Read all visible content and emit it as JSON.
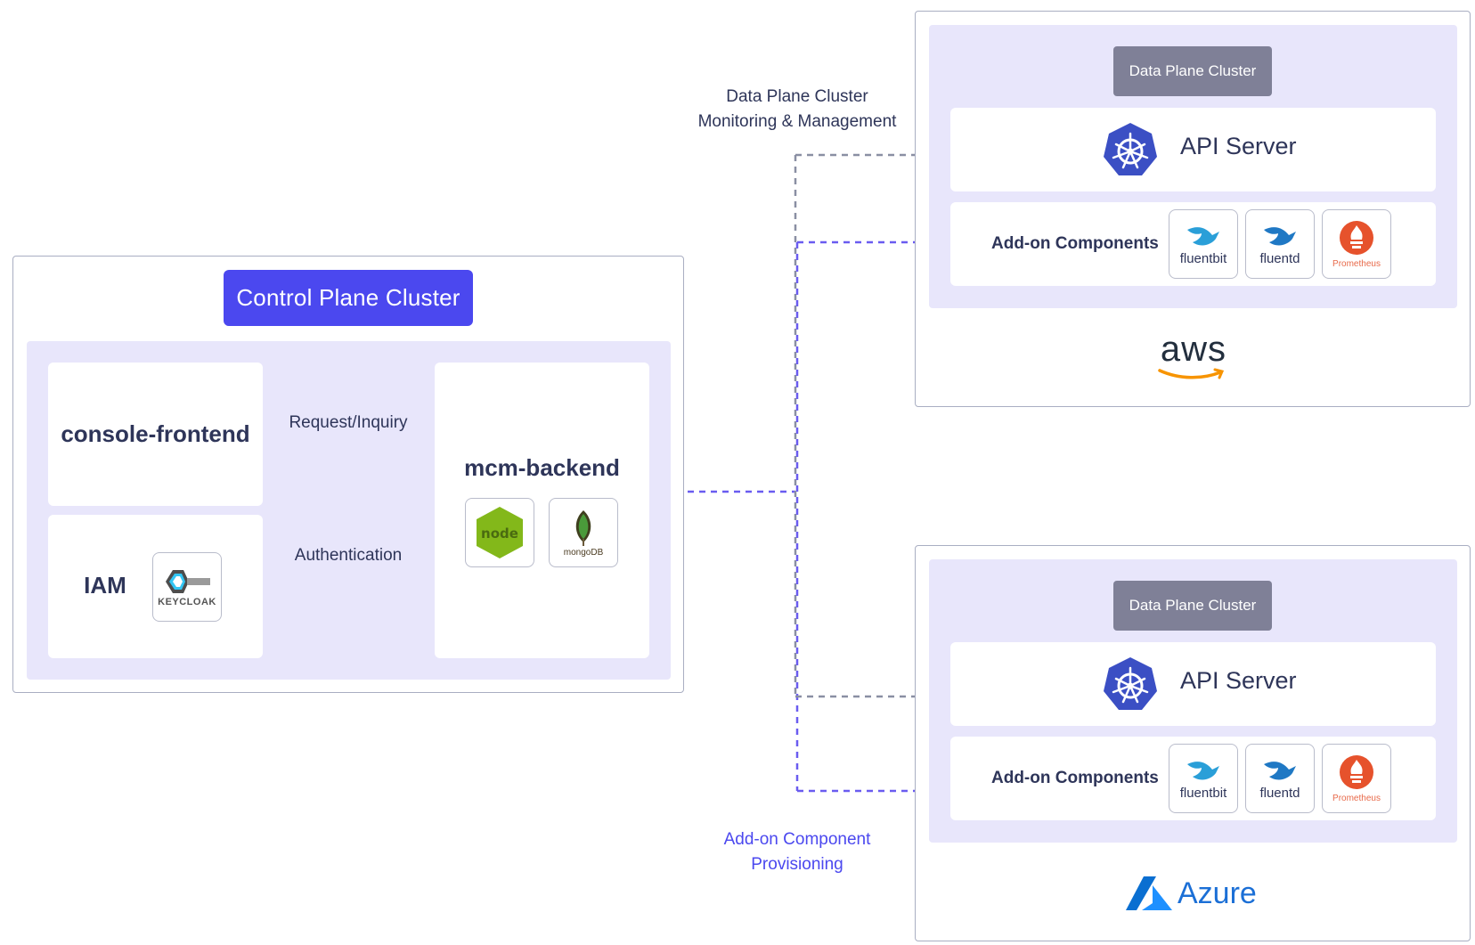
{
  "control_plane": {
    "title": "Control Plane Cluster",
    "console_frontend": "console-frontend",
    "iam": "IAM",
    "keycloak": "KEYCLOAK",
    "mcm_backend": "mcm-backend",
    "node_logo": "node",
    "mongo_logo": "mongoDB",
    "request_label": "Request/Inquiry",
    "auth_label": "Authentication"
  },
  "labels": {
    "monitoring_line1": "Data Plane Cluster",
    "monitoring_line2": "Monitoring & Management",
    "provisioning_line1": "Add-on Component",
    "provisioning_line2": "Provisioning"
  },
  "data_planes": [
    {
      "title": "Data Plane Cluster",
      "api_server": "API Server",
      "addons_label": "Add-on Components",
      "addons": [
        "fluentbit",
        "fluentd",
        "Prometheus"
      ],
      "provider": "aws"
    },
    {
      "title": "Data Plane Cluster",
      "api_server": "API Server",
      "addons_label": "Add-on Components",
      "addons": [
        "fluentbit",
        "fluentd",
        "Prometheus"
      ],
      "provider": "Azure"
    }
  ],
  "colors": {
    "accent": "#4b48ef",
    "lavender": "#e8e6fb",
    "gray_connector": "#8a8fa3",
    "blue_connector": "#6a5cf0",
    "dp_title": "#7f8097",
    "kubernetes": "#3b4fc4"
  }
}
